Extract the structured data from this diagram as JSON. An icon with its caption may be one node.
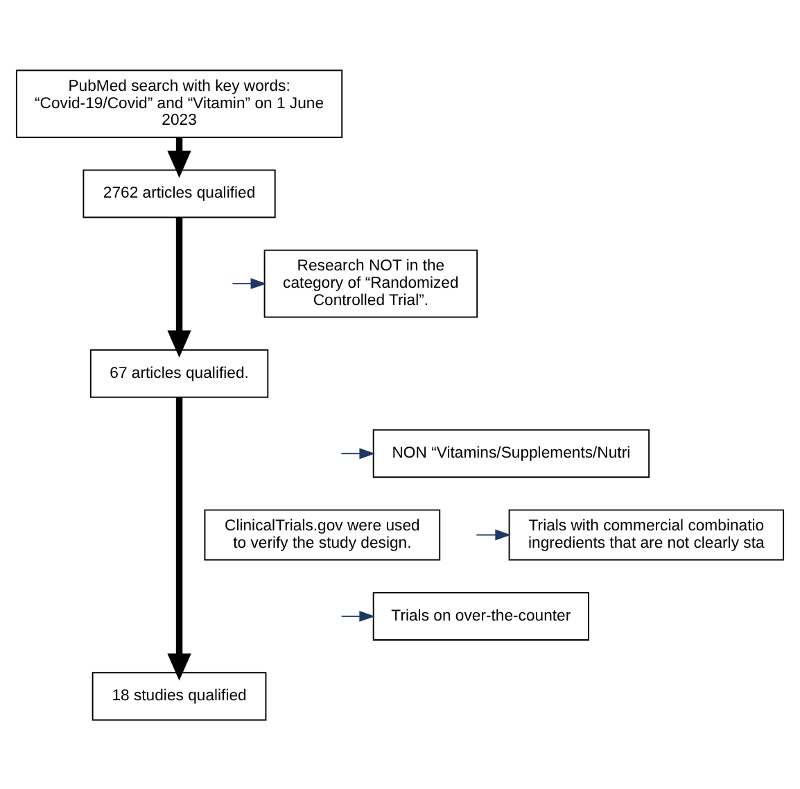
{
  "diagram": {
    "nodes": [
      {
        "text": [
          "PubMed search with key words: “Covid-19/Covid” and “Vitamin” on 1 June 2023"
        ]
      },
      {
        "text": [
          "2762 articles qualified"
        ]
      },
      {
        "text": [
          "Research NOT in the category of “Randomized Controlled Trial”."
        ]
      },
      {
        "text": [
          "67 articles qualified."
        ]
      },
      {
        "text": [
          "NON “Vitamins/Supplements/Nutri"
        ]
      },
      {
        "text": [
          "ClinicalTrials.gov were used to verify the study design."
        ]
      },
      {
        "text": [
          "Trials with commercial combinatio ingredients that are not clearly sta"
        ]
      },
      {
        "text": [
          "Trials on over-the-counter"
        ]
      },
      {
        "text": [
          "18 studies qualified"
        ]
      }
    ],
    "edges": [
      {
        "from": 0,
        "to": 1,
        "arrow": "to",
        "style": "thick",
        "color": "#000000"
      },
      {
        "from": null,
        "to": 2,
        "arrow": "to"
      },
      {
        "from": 1,
        "to": 3,
        "arrow": "to",
        "style": "thick",
        "color": "#000000"
      },
      {
        "from": null,
        "to": 4,
        "arrow": "to"
      },
      {
        "from": null,
        "to": 6,
        "arrow": "to"
      },
      {
        "from": null,
        "to": 7,
        "arrow": "to"
      },
      {
        "from": 3,
        "to": 8,
        "arrow": "to",
        "style": "thick",
        "color": "#000000"
      }
    ]
  }
}
